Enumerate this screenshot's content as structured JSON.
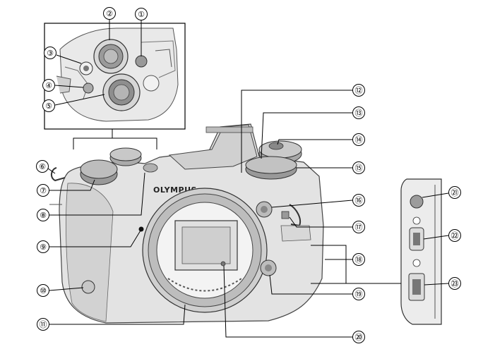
{
  "brand_label": "OLYMPUS",
  "callouts": [
    {
      "id": "1",
      "label": "①"
    },
    {
      "id": "2",
      "label": "②"
    },
    {
      "id": "3",
      "label": "③"
    },
    {
      "id": "4",
      "label": "④"
    },
    {
      "id": "5",
      "label": "⑤"
    },
    {
      "id": "6",
      "label": "⑥"
    },
    {
      "id": "7",
      "label": "⑦"
    },
    {
      "id": "8",
      "label": "⑧"
    },
    {
      "id": "9",
      "label": "⑨"
    },
    {
      "id": "10",
      "label": "⑩"
    },
    {
      "id": "11",
      "label": "⑪"
    },
    {
      "id": "12",
      "label": "⑫"
    },
    {
      "id": "13",
      "label": "⑬"
    },
    {
      "id": "14",
      "label": "⑭"
    },
    {
      "id": "15",
      "label": "⑮"
    },
    {
      "id": "16",
      "label": "⑯"
    },
    {
      "id": "17",
      "label": "⑰"
    },
    {
      "id": "18",
      "label": "⑱"
    },
    {
      "id": "19",
      "label": "⑲"
    },
    {
      "id": "20",
      "label": "⑳"
    },
    {
      "id": "21",
      "label": "㉑"
    },
    {
      "id": "22",
      "label": "㉒"
    },
    {
      "id": "23",
      "label": "㉓"
    }
  ]
}
